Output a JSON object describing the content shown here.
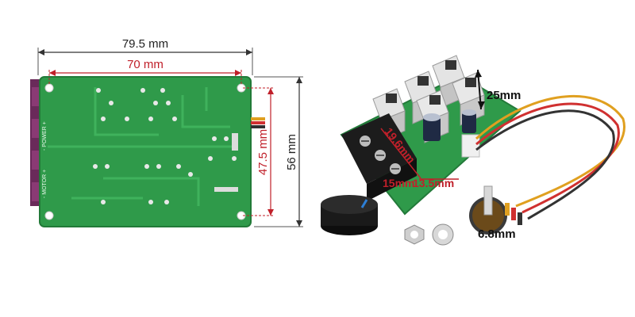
{
  "board_back": {
    "width_outer": "79.5 mm",
    "width_holes": "70 mm",
    "height_holes": "47.5 mm",
    "height_outer": "56 mm",
    "silkscreen_power": "- POWER +",
    "silkscreen_motor": "- MOTOR +"
  },
  "board_front": {
    "heatsink_height": "25mm",
    "terminal_width": "19.6mm",
    "terminal_height": "15mm",
    "board_height": "13.5mm",
    "pot_shaft": "6.8mm"
  },
  "colors": {
    "pcb_green": "#2f9a4a",
    "dimension_red": "#c0202a",
    "heatsink_silver": "#d4d4d4",
    "terminal_black": "#1c1c1c"
  }
}
